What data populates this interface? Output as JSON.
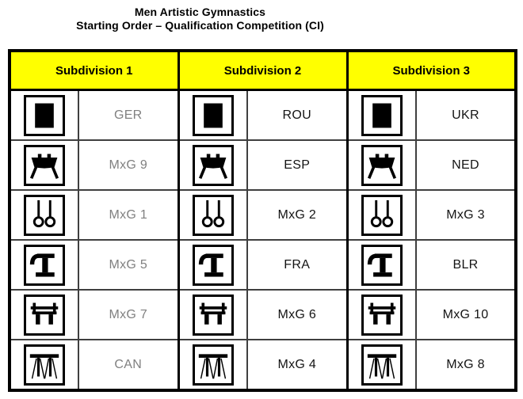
{
  "title": {
    "line1": "Men Artistic Gymnastics",
    "line2": "Starting Order – Qualification Competition (CI)"
  },
  "table": {
    "headers": [
      "Subdivision 1",
      "Subdivision 2",
      "Subdivision 3"
    ],
    "apparatus_icons": [
      "floor-icon",
      "pommel-horse-icon",
      "rings-icon",
      "vault-icon",
      "parallel-bars-icon",
      "horizontal-bar-icon"
    ],
    "rows": [
      {
        "apparatus": "floor",
        "labels": [
          "GER",
          "ROU",
          "UKR"
        ]
      },
      {
        "apparatus": "pommel-horse",
        "labels": [
          "MxG 9",
          "ESP",
          "NED"
        ]
      },
      {
        "apparatus": "rings",
        "labels": [
          "MxG 1",
          "MxG 2",
          "MxG 3"
        ]
      },
      {
        "apparatus": "vault",
        "labels": [
          "MxG 5",
          "FRA",
          "BLR"
        ]
      },
      {
        "apparatus": "parallel-bars",
        "labels": [
          "MxG 7",
          "MxG 6",
          "MxG 10"
        ]
      },
      {
        "apparatus": "horizontal-bar",
        "labels": [
          "CAN",
          "MxG 4",
          "MxG 8"
        ]
      }
    ]
  },
  "colors": {
    "header_bg": "#FFFF00",
    "border": "#000000",
    "label": "#141414",
    "subdivision1_label": "#808080"
  }
}
